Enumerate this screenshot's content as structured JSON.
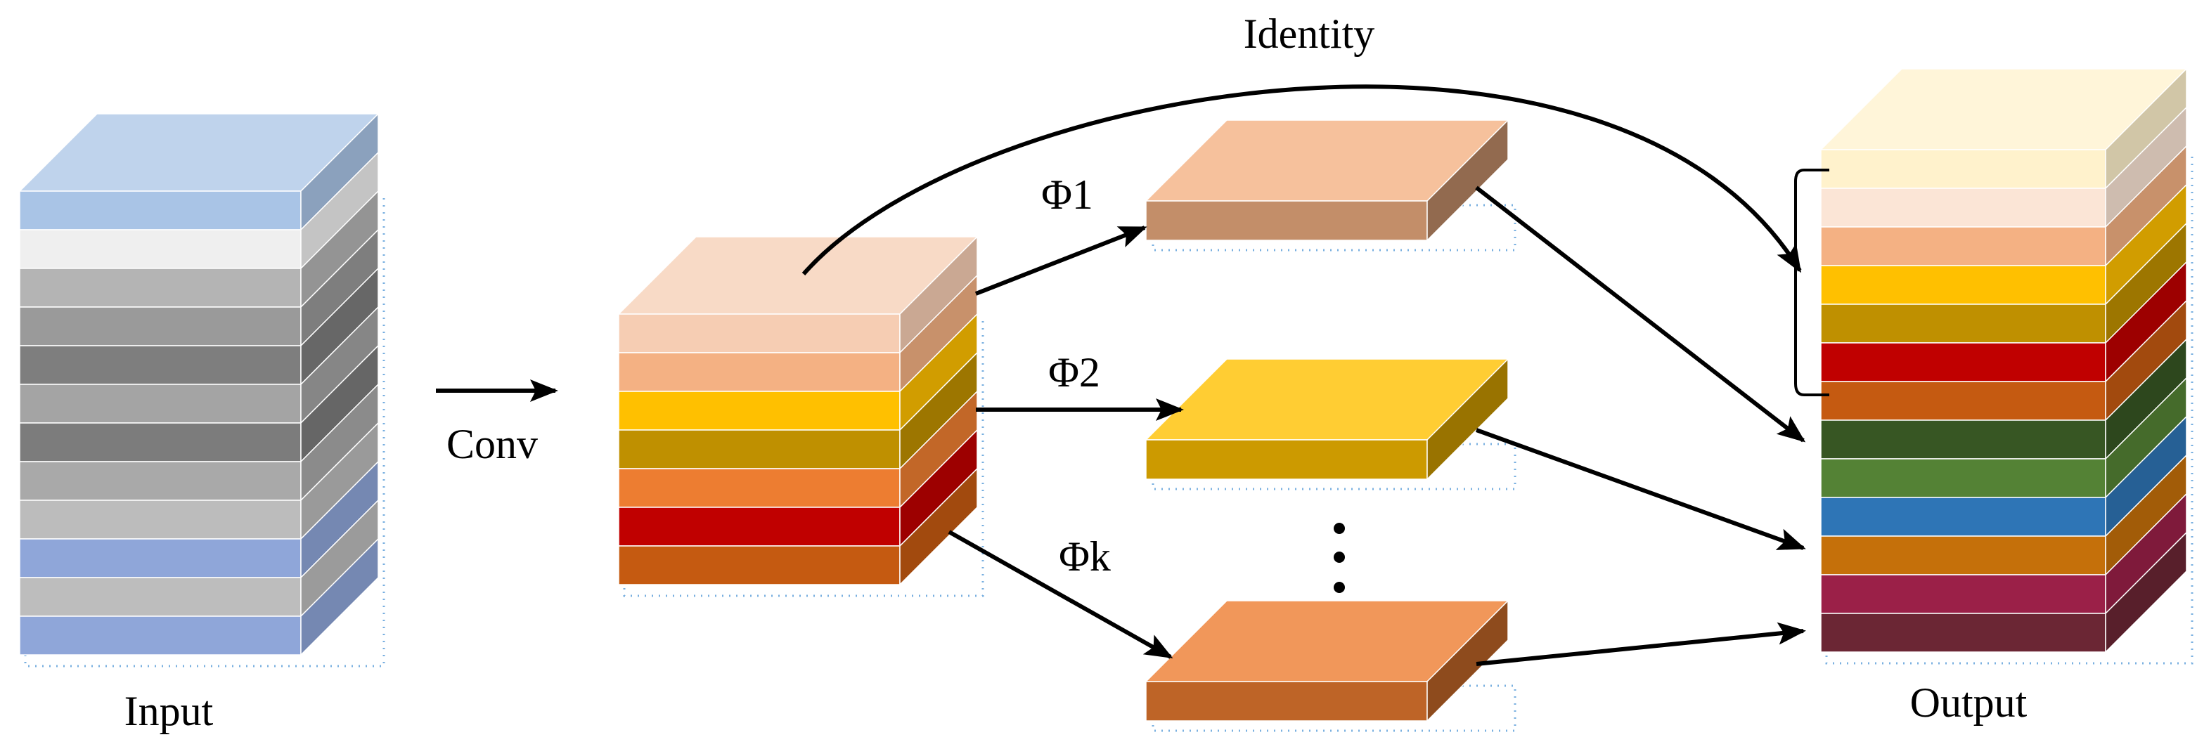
{
  "labels": {
    "input": "Input",
    "conv": "Conv",
    "identity": "Identity",
    "phi1": "Φ1",
    "phi2": "Φ2",
    "phik": "Φk",
    "output": "Output"
  },
  "colors": {
    "input_layers": [
      "#a9c4e6",
      "#efefef",
      "#b4b4b4",
      "#9a9a9a",
      "#7e7e7e",
      "#a4a4a4",
      "#7c7c7c",
      "#a9a9a9",
      "#bcbcbc",
      "#8fa6d9",
      "#bdbdbd",
      "#8fa6d9"
    ],
    "conv_layers": [
      "#f6cdb3",
      "#f4b183",
      "#ffc000",
      "#bf9000",
      "#ed7d31",
      "#c00000",
      "#c55a11"
    ],
    "phi1": "#f4b183",
    "phi2": "#ffc000",
    "phik": "#ed7d31",
    "output_layers": [
      "#fff2cc",
      "#fbe5d6",
      "#f4b183",
      "#ffc000",
      "#bf9000",
      "#c00000",
      "#c55a11",
      "#375623",
      "#548235",
      "#2e75b6",
      "#c5700a",
      "#9b2048",
      "#6b2634"
    ]
  }
}
